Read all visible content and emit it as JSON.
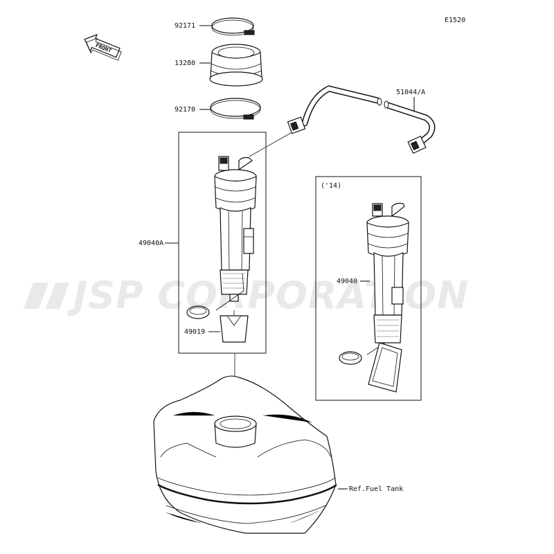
{
  "diagram": {
    "code": "E1520",
    "front_label": "FRONT",
    "watermark": "JSP CORPORATION",
    "model_year_note": "('14)",
    "parts": [
      {
        "number": "92171"
      },
      {
        "number": "13280"
      },
      {
        "number": "92170"
      },
      {
        "number": "51044/A"
      },
      {
        "number": "49040A"
      },
      {
        "number": "49019"
      },
      {
        "number": "49040"
      },
      {
        "number": "Ref.Fuel Tank"
      }
    ]
  }
}
